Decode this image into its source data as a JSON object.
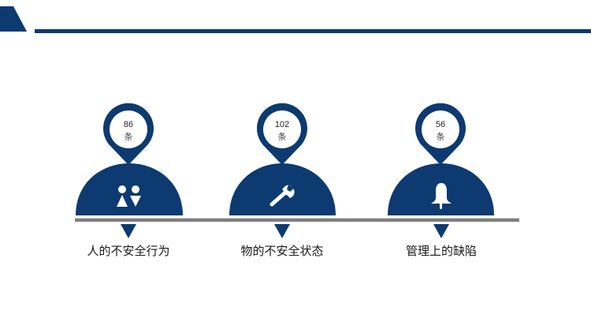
{
  "colors": {
    "primary": "#0d3a70",
    "baseline": "#7f7f7f",
    "baseline_highlight": "#bfbfbf",
    "background": "#ffffff"
  },
  "items": [
    {
      "count": "86",
      "unit": "条",
      "label": "人的不安全行为",
      "icon": "people-icon"
    },
    {
      "count": "102",
      "unit": "条",
      "label": "物的不安全状态",
      "icon": "wrench-icon"
    },
    {
      "count": "56",
      "unit": "条",
      "label": "管理上的缺陷",
      "icon": "bell-icon"
    }
  ]
}
